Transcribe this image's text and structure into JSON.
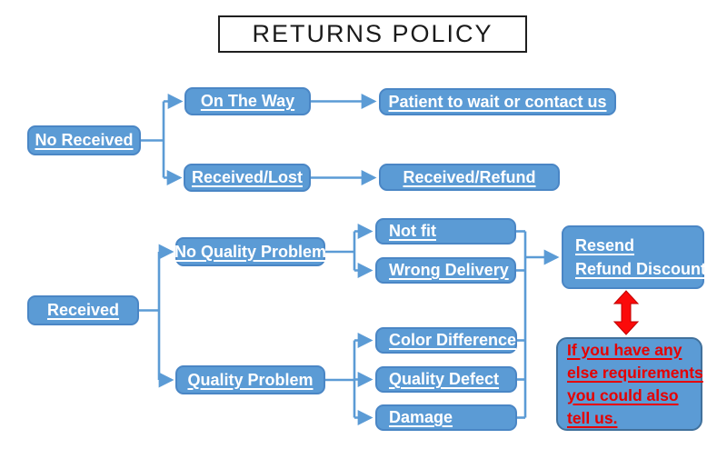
{
  "title": "RETURNS POLICY",
  "colors": {
    "box_fill": "#5B9BD5",
    "box_border": "#4A86C5",
    "connector": "#5B9BD5",
    "red_arrow": "#FB0A0A",
    "note_text": "#E60000",
    "note_border": "#41719C",
    "title_border": "#1F1F1F"
  },
  "nodes": {
    "no_received": "No Received",
    "on_the_way": "On The Way",
    "patient_wait": "Patient to wait or contact us",
    "received_lost": "Received/Lost",
    "received_refund": "Received/Refund",
    "received": "Received",
    "no_quality_problem": "No Quality Problem",
    "not_fit": "Not fit",
    "wrong_delivery": "Wrong Delivery",
    "quality_problem": "Quality Problem",
    "color_difference": "Color Difference",
    "quality_defect": "Quality Defect",
    "damage": "Damage",
    "resend_line1": "Resend",
    "resend_line2": "Refund Discount"
  },
  "note": {
    "lines": [
      "If you have any",
      "else requirements",
      "you could also",
      "tell us."
    ]
  }
}
